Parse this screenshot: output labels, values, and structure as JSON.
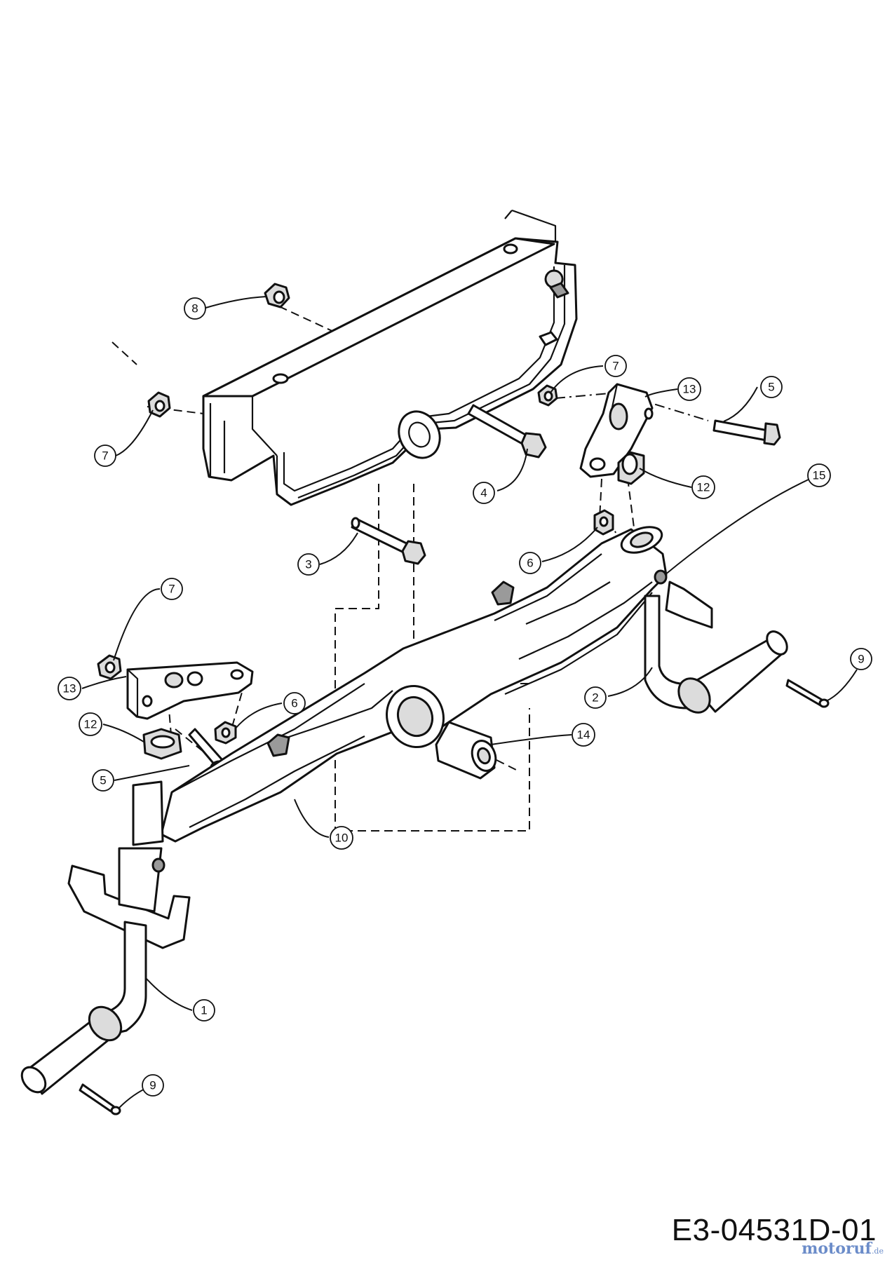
{
  "drawing_code": "E3-04531D-01",
  "watermark": {
    "brand": "motoruf",
    "suffix": ".de"
  },
  "callouts": [
    {
      "id": "c8",
      "label": "8"
    },
    {
      "id": "c7a",
      "label": "7"
    },
    {
      "id": "c7b",
      "label": "7"
    },
    {
      "id": "c13a",
      "label": "13"
    },
    {
      "id": "c5a",
      "label": "5"
    },
    {
      "id": "c12a",
      "label": "12"
    },
    {
      "id": "c15",
      "label": "15"
    },
    {
      "id": "c4",
      "label": "4"
    },
    {
      "id": "c6a",
      "label": "6"
    },
    {
      "id": "c3",
      "label": "3"
    },
    {
      "id": "c7c",
      "label": "7"
    },
    {
      "id": "c13b",
      "label": "13"
    },
    {
      "id": "c6b",
      "label": "6"
    },
    {
      "id": "c12b",
      "label": "12"
    },
    {
      "id": "c5b",
      "label": "5"
    },
    {
      "id": "c9a",
      "label": "9"
    },
    {
      "id": "c2",
      "label": "2"
    },
    {
      "id": "c14",
      "label": "14"
    },
    {
      "id": "c10",
      "label": "10"
    },
    {
      "id": "c1",
      "label": "1"
    },
    {
      "id": "c9b",
      "label": "9"
    }
  ]
}
